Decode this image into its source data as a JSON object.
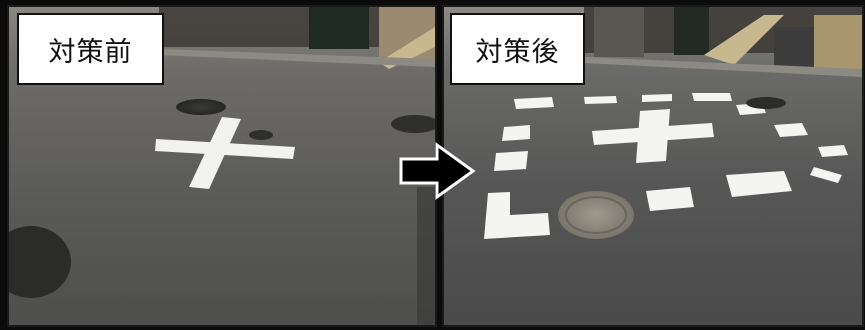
{
  "before": {
    "label": "対策前",
    "scene": "road-surface-photo-with-cross-marking"
  },
  "after": {
    "label": "対策後",
    "scene": "road-surface-photo-with-cross-and-box-markings"
  },
  "arrow": {
    "icon": "right-arrow-icon",
    "color": "#000000",
    "outline": "#ffffff"
  },
  "colors": {
    "asphalt": "#5b5b59",
    "marking": "#f4f4f0",
    "label_bg": "#ffffff",
    "label_text": "#111111"
  }
}
